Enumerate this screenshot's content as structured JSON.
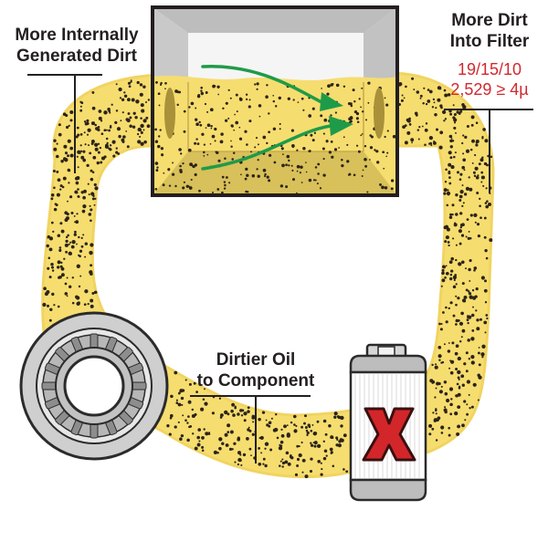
{
  "labels": {
    "internal_dirt_line1": "More Internally",
    "internal_dirt_line2": "Generated Dirt",
    "filter_dirt_line1": "More Dirt",
    "filter_dirt_line2": "Into Filter",
    "iso_code": "19/15/10",
    "particle_count": "2,529 ≥ 4µ",
    "dirtier_oil_line1": "Dirtier Oil",
    "dirtier_oil_line2": "to Component"
  },
  "icons": [
    "reservoir-tank",
    "flow-arrow",
    "bearing",
    "oil-filter",
    "x-mark"
  ],
  "colors": {
    "oil": "#f6dd70",
    "oil_dark": "#d8c05a",
    "tank_gray": "#b8b8b8",
    "arrow_green": "#1e9b48",
    "red_text": "#d1282e",
    "x_red": "#d3262a",
    "text_dark": "#231f20"
  }
}
